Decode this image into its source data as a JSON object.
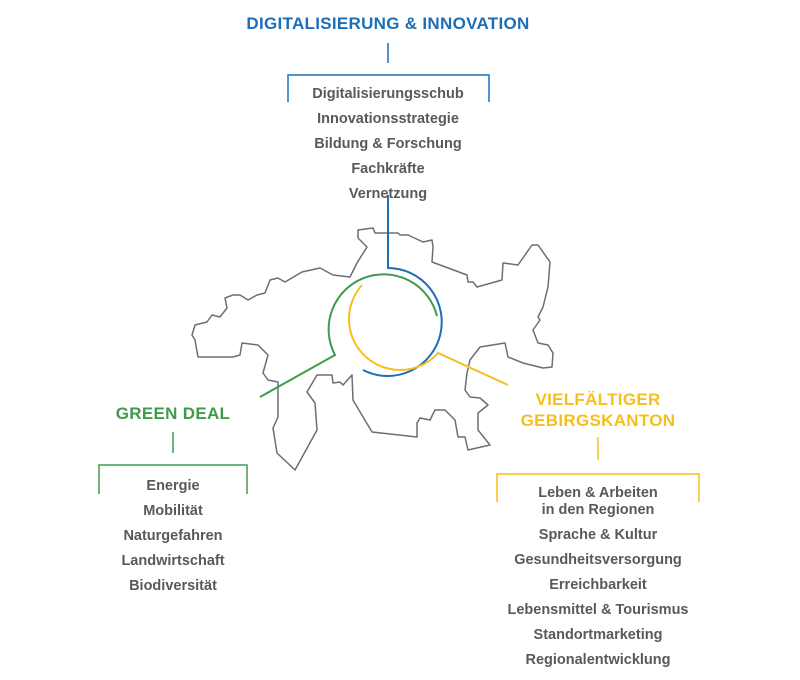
{
  "colors": {
    "blue": "#1a6fb8",
    "green": "#3f9b4c",
    "yellow": "#f6bf1f",
    "outline": "#6d6e71",
    "text": "#58595b"
  },
  "digital": {
    "title": "DIGITALISIERUNG & INNOVATION",
    "items": [
      "Digitalisierungsschub",
      "Innovationsstrategie",
      "Bildung & Forschung",
      "Fachkräfte",
      "Vernetzung"
    ]
  },
  "green": {
    "title": "GREEN DEAL",
    "items": [
      "Energie",
      "Mobilität",
      "Naturgefahren",
      "Landwirtschaft",
      "Biodiversität"
    ]
  },
  "mountain": {
    "title_line1": "VIELFÄLTIGER",
    "title_line2": "GEBIRGSKANTON",
    "items": [
      "Leben & Arbeiten",
      "in den Regionen",
      "Sprache & Kultur",
      "Gesundheitsversorgung",
      "Erreichbarkeit",
      "Lebensmittel & Tourismus",
      "Standortmarketing",
      "Regionalentwicklung"
    ]
  }
}
